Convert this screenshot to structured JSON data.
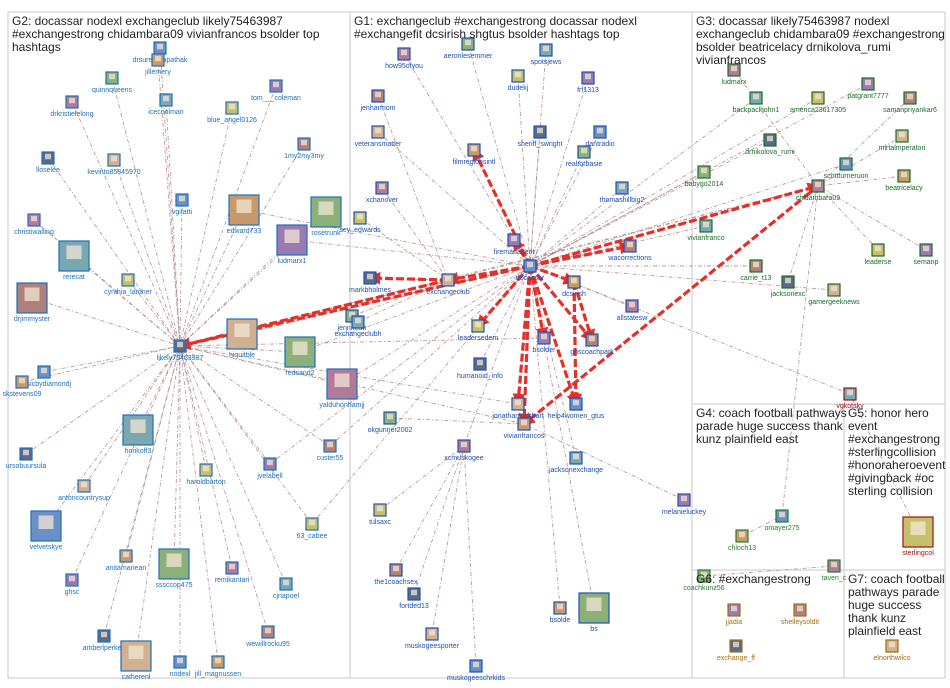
{
  "colors": {
    "G1": "#1f4fb0",
    "G2": "#1f6fb8",
    "G3": "#1b6b2a",
    "G4": "#2a7a2a",
    "G5": "#a01010",
    "G6": "#a07010",
    "G7": "#a06a10",
    "strong_edge": "#e3302a",
    "edge": "#b08a8a"
  },
  "groups": [
    {
      "id": "G2",
      "title_lines": [
        "G2: docassar nodexl exchangeclub likely75463987",
        "#exchangestrong chidambara09 vivianfrancos bsolder top",
        "hashtags"
      ]
    },
    {
      "id": "G1",
      "title_lines": [
        "G1: exchangeclub #exchangestrong docassar nodexl",
        "#exchangefit dcsirish shgtus bsolder hashtags top"
      ]
    },
    {
      "id": "G3",
      "title_lines": [
        "G3: docassar likely75463987 nodexl",
        "exchangeclub chidambara09 #exchangestrong",
        "bsolder beatricelacy drnikolova_rumi",
        "vivianfrancos"
      ]
    },
    {
      "id": "G4",
      "title_lines": [
        "G4: coach football pathways",
        "parade huge success thank",
        "kunz plainfield east"
      ]
    },
    {
      "id": "G5",
      "title_lines": [
        "G5: honor hero",
        "event",
        "#exchangestrong",
        "#sterlingcollision",
        "#honoraheroevent",
        "#givingback #oc",
        "sterling collision"
      ]
    },
    {
      "id": "G6",
      "title_lines": [
        "G6: #exchangestrong"
      ]
    },
    {
      "id": "G7",
      "title_lines": [
        "G7: coach football",
        "pathways parade",
        "huge success",
        "thank kunz",
        "plainfield east"
      ]
    }
  ],
  "nodes": [
    {
      "id": "drsurendrapathak",
      "label": "drsurendrapathak",
      "group": "G2"
    },
    {
      "id": "jillemery",
      "label": "jillemery",
      "group": "G2"
    },
    {
      "id": "quinnqueens",
      "label": "quinnqueens",
      "group": "G2"
    },
    {
      "id": "drkristielelong",
      "label": "drkristielelong",
      "group": "G2"
    },
    {
      "id": "icecoolman",
      "label": "icecoolman",
      "group": "G2"
    },
    {
      "id": "blue_angel0126",
      "label": "blue_angel0126",
      "group": "G2"
    },
    {
      "id": "tom___coleman",
      "label": "tom___coleman",
      "group": "G2"
    },
    {
      "id": "1my2my3my",
      "label": "1my2my3my",
      "group": "G2"
    },
    {
      "id": "lloselee",
      "label": "lloselee",
      "group": "G2"
    },
    {
      "id": "kevinto85845970",
      "label": "kevinto85845970",
      "group": "G2"
    },
    {
      "id": "vgifatti",
      "label": "vgifatti",
      "group": "G2"
    },
    {
      "id": "edward733",
      "label": "edward733",
      "group": "G2"
    },
    {
      "id": "rosetrunk",
      "label": "rosetrunk",
      "group": "G2"
    },
    {
      "id": "christiwalling",
      "label": "christiwalling",
      "group": "G2"
    },
    {
      "id": "rerecat",
      "label": "rerecat",
      "group": "G2"
    },
    {
      "id": "cynthia_lardner",
      "label": "cynthia_lardner",
      "group": "G2"
    },
    {
      "id": "ludmarx1",
      "label": "ludmarx1",
      "group": "G2"
    },
    {
      "id": "drjimmyster",
      "label": "drjimmyster",
      "group": "G2"
    },
    {
      "id": "likely75463987",
      "label": "likely75463987",
      "group": "G2"
    },
    {
      "id": "hiquitble",
      "label": "hiquitble",
      "group": "G2"
    },
    {
      "id": "musicbydiamondj",
      "label": "musicbydiamondj",
      "group": "G2"
    },
    {
      "id": "skstevens09",
      "label": "skstevens09",
      "group": "G2"
    },
    {
      "id": "redsand2",
      "label": "redsand2",
      "group": "G2"
    },
    {
      "id": "yalduhonhamjj",
      "label": "yalduhonhamjj",
      "group": "G2"
    },
    {
      "id": "horikoff3",
      "label": "horikoff3",
      "group": "G2"
    },
    {
      "id": "haroldbarton",
      "label": "haroldbarton",
      "group": "G2"
    },
    {
      "id": "jvelabell",
      "label": "jvelabell",
      "group": "G2"
    },
    {
      "id": "custer55",
      "label": "custer55",
      "group": "G2"
    },
    {
      "id": "ursobuursula",
      "label": "ursobuursula",
      "group": "G2"
    },
    {
      "id": "antoncountrysup",
      "label": "antoncountrysup",
      "group": "G2"
    },
    {
      "id": "velvetskye",
      "label": "velvetskye",
      "group": "G2"
    },
    {
      "id": "anitamariean",
      "label": "anitamariean",
      "group": "G2"
    },
    {
      "id": "sssccop475",
      "label": "sssccop475",
      "group": "G2"
    },
    {
      "id": "remikantari",
      "label": "remikantari",
      "group": "G2"
    },
    {
      "id": "cjnapoel",
      "label": "cjnapoel",
      "group": "G2"
    },
    {
      "id": "63_cabee",
      "label": "63_cabee",
      "group": "G2"
    },
    {
      "id": "ghsc",
      "label": "ghsc",
      "group": "G2"
    },
    {
      "id": "wewillrocku95",
      "label": "wewillrocku95",
      "group": "G2"
    },
    {
      "id": "amberlperke1",
      "label": "amberlperke1",
      "group": "G2"
    },
    {
      "id": "catherenl",
      "label": "catherenl",
      "group": "G2"
    },
    {
      "id": "nodexl",
      "label": "nodexl",
      "group": "G2"
    },
    {
      "id": "jill_magnussen",
      "label": "jill_magnussen",
      "group": "G2"
    },
    {
      "id": "aeronlesemmer",
      "label": "aeronlesemmer",
      "group": "G1"
    },
    {
      "id": "how95ofyou",
      "label": "how95ofyou",
      "group": "G1"
    },
    {
      "id": "spotsjews",
      "label": "spotsjews",
      "group": "G1"
    },
    {
      "id": "dudekj",
      "label": "dudekj",
      "group": "G1"
    },
    {
      "id": "frf1313",
      "label": "frf1313",
      "group": "G1"
    },
    {
      "id": "jenharmom",
      "label": "jenharmom",
      "group": "G1"
    },
    {
      "id": "sheriff_swright",
      "label": "sheriff_swright",
      "group": "G1"
    },
    {
      "id": "veteransmatter",
      "label": "veteransmatter",
      "group": "G1"
    },
    {
      "id": "dantradio",
      "label": "dantradio",
      "group": "G1"
    },
    {
      "id": "filmregionsintl",
      "label": "filmregionsintl",
      "group": "G1"
    },
    {
      "id": "realtorbasie",
      "label": "realtorbasie",
      "group": "G1"
    },
    {
      "id": "xchanover",
      "label": "xchanover",
      "group": "G1"
    },
    {
      "id": "thomashillbig2",
      "label": "thomashillbig2",
      "group": "G1"
    },
    {
      "id": "sey_edwards",
      "label": "sey_edwards",
      "group": "G1"
    },
    {
      "id": "firemanagent",
      "label": "firemanagent",
      "group": "G1"
    },
    {
      "id": "wacorrections",
      "label": "wacorrections",
      "group": "G1"
    },
    {
      "id": "markbholmes",
      "label": "markbholmes",
      "group": "G1"
    },
    {
      "id": "exchangeclub",
      "label": "exchangeclub",
      "group": "G1"
    },
    {
      "id": "docassar",
      "label": "docassar",
      "group": "G1"
    },
    {
      "id": "dcsirish",
      "label": "dcsirish",
      "group": "G1"
    },
    {
      "id": "jenniferm",
      "label": "jenniferm",
      "group": "G1"
    },
    {
      "id": "allstatesw",
      "label": "allstatesw",
      "group": "G1"
    },
    {
      "id": "exchangeclubh",
      "label": "exchangeclubh",
      "group": "G1"
    },
    {
      "id": "leadersedem",
      "label": "leadersedem",
      "group": "G1"
    },
    {
      "id": "bsolder",
      "label": "bsolder",
      "group": "G1"
    },
    {
      "id": "ghscoachpark",
      "label": "ghscoachpark",
      "group": "G1"
    },
    {
      "id": "humanoid_info",
      "label": "humanoid_info",
      "group": "G1"
    },
    {
      "id": "jonathanlockhart",
      "label": "jonathanlockhart",
      "group": "G1"
    },
    {
      "id": "help4women_gtus",
      "label": "help4women_gtus",
      "group": "G1"
    },
    {
      "id": "vivianfrancos",
      "label": "vivianfrancos",
      "group": "G1"
    },
    {
      "id": "okgunner2002",
      "label": "okgunner2002",
      "group": "G1"
    },
    {
      "id": "xcmuskogee",
      "label": "xcmuskogee",
      "group": "G1"
    },
    {
      "id": "jacksonexchange",
      "label": "jacksonexchange",
      "group": "G1"
    },
    {
      "id": "tulsaxc",
      "label": "tulsaxc",
      "group": "G1"
    },
    {
      "id": "melanieluckey",
      "label": "melanieluckey",
      "group": "G1"
    },
    {
      "id": "the1coachsex",
      "label": "the1coachsex",
      "group": "G1"
    },
    {
      "id": "fortded13",
      "label": "fortded13",
      "group": "G1"
    },
    {
      "id": "muskogeesporter",
      "label": "muskogeesporter",
      "group": "G1"
    },
    {
      "id": "muskogeeschrkids",
      "label": "muskogeeschrkids",
      "group": "G1"
    },
    {
      "id": "bsolde",
      "label": "bsolde",
      "group": "G1"
    },
    {
      "id": "bs",
      "label": "bs",
      "group": "G1"
    },
    {
      "id": "ludmarx",
      "label": "ludmarx",
      "group": "G3"
    },
    {
      "id": "backpackjohn1",
      "label": "backpackjohn1",
      "group": "G3"
    },
    {
      "id": "america23617305",
      "label": "america23617305",
      "group": "G3"
    },
    {
      "id": "patgrant7777",
      "label": "patgrant7777",
      "group": "G3"
    },
    {
      "id": "samanpriyankar6",
      "label": "samanpriyankar6",
      "group": "G3"
    },
    {
      "id": "drnikolova_rumi",
      "label": "drnikolova_rumi",
      "group": "G3"
    },
    {
      "id": "mirtalmperatori",
      "label": "mirtalmperatori",
      "group": "G3"
    },
    {
      "id": "scottturneruon",
      "label": "scottturneruon",
      "group": "G3"
    },
    {
      "id": "beatricelacy",
      "label": "beatricelacy",
      "group": "G3"
    },
    {
      "id": "babygo2014",
      "label": "babygo2014",
      "group": "G3"
    },
    {
      "id": "chidambara09",
      "label": "chidambara09",
      "group": "G3"
    },
    {
      "id": "vivianfranco",
      "label": "vivianfranco",
      "group": "G3"
    },
    {
      "id": "leaderse",
      "label": "leaderse",
      "group": "G3"
    },
    {
      "id": "semanp",
      "label": "semanp",
      "group": "G3"
    },
    {
      "id": "carrie_t13",
      "label": "carrie_t13",
      "group": "G3"
    },
    {
      "id": "jacksonexc",
      "label": "jacksonexc",
      "group": "G3"
    },
    {
      "id": "gamergeeknews",
      "label": "gamergeeknews",
      "group": "G3"
    },
    {
      "id": "omayer275",
      "label": "omayer275",
      "group": "G4"
    },
    {
      "id": "chloch13",
      "label": "chloch13",
      "group": "G4"
    },
    {
      "id": "coachkunz56",
      "label": "coachkunz56",
      "group": "G4"
    },
    {
      "id": "taven_c",
      "label": "taven_c",
      "group": "G4"
    },
    {
      "id": "vgkotsky",
      "label": "vgkotsky",
      "group": "G5"
    },
    {
      "id": "sterlingcol",
      "label": "sterlingcol",
      "group": "G5"
    },
    {
      "id": "jjadia",
      "label": "jjadia",
      "group": "G6"
    },
    {
      "id": "shelleysoldit",
      "label": "shelleysoldit",
      "group": "G6"
    },
    {
      "id": "exchange_ff",
      "label": "exchange_ff",
      "group": "G6"
    },
    {
      "id": "elnorthwilco",
      "label": "elnorthwilco",
      "group": "G7"
    }
  ]
}
